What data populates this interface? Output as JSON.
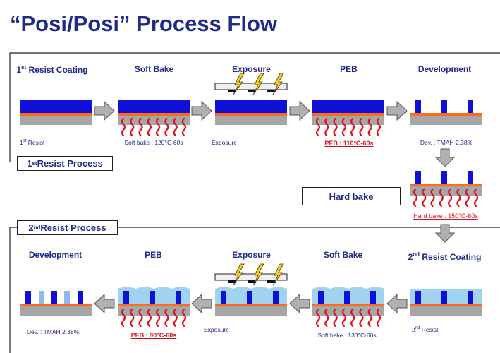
{
  "title": "“Posi/Posi” Process Flow",
  "colors": {
    "resist1": "#1010d8",
    "resist2_light": "#9fd3f0",
    "resist_light_pattern": "#8fb8ef",
    "underlayer": "#ff6a1a",
    "substrate": "#a6a6a6",
    "arrow": "#b0b0b0",
    "heat": "#e01020",
    "mask": "#f0f0f0",
    "flash": "#ffd000",
    "text_blue": "#1f2a8a",
    "text_red": "#d4101a"
  },
  "section1": {
    "label_num": "1",
    "label_sup": "st",
    "label_rest": " Resist Process",
    "steps": [
      {
        "h_num": "1",
        "h_sup": "st",
        "h_rest": " Resist Coating",
        "c_num": "1",
        "c_sup": "st",
        "c_rest": " Resist"
      },
      {
        "header": "Soft Bake",
        "caption": "Soft bake : 120°C-60s"
      },
      {
        "header": "Exposure",
        "caption": "Exposure"
      },
      {
        "header": "PEB",
        "caption": "PEB : 110°C-60s"
      },
      {
        "header": "Development",
        "caption": "Dev. : TMAH 2.38%"
      }
    ]
  },
  "hard_bake": {
    "label": "Hard bake",
    "caption": "Hard bake : 150°C-60s"
  },
  "section2": {
    "label_num": "2",
    "label_sup": "nd",
    "label_rest": " Resist Process",
    "steps": [
      {
        "header": "Development",
        "caption": "Dev. : TMAH 2.38%"
      },
      {
        "header": "PEB",
        "caption": "PEB : 90°C-60s"
      },
      {
        "header": "Exposure",
        "caption": "Exposure"
      },
      {
        "header": "Soft Bake",
        "caption": "Soft bake : 130°C-60s"
      },
      {
        "h_num": "2",
        "h_sup": "nd",
        "h_rest": " Resist Coating",
        "c_num": "2",
        "c_sup": "nd",
        "c_rest": " Resist:"
      }
    ]
  }
}
